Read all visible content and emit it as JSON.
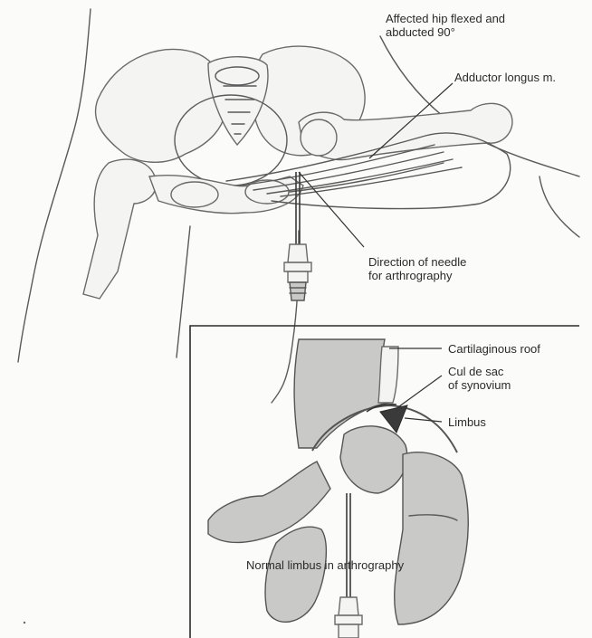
{
  "labels": {
    "hip_flexed": "Affected hip flexed and\nabducted 90°",
    "adductor": "Adductor longus m.",
    "needle_direction": "Direction of needle\nfor arthrography",
    "cartilaginous_roof": "Cartilaginous roof",
    "cul_de_sac": "Cul de sac\nof synovium",
    "limbus": "Limbus",
    "caption": "Normal limbus in arthrography"
  },
  "colors": {
    "background": "#fbfbf9",
    "bone_fill": "#f4f4f2",
    "gray_fill": "#c9c9c7",
    "limbus_fill": "#3a3a3a",
    "ink": "#5a5a5a"
  }
}
